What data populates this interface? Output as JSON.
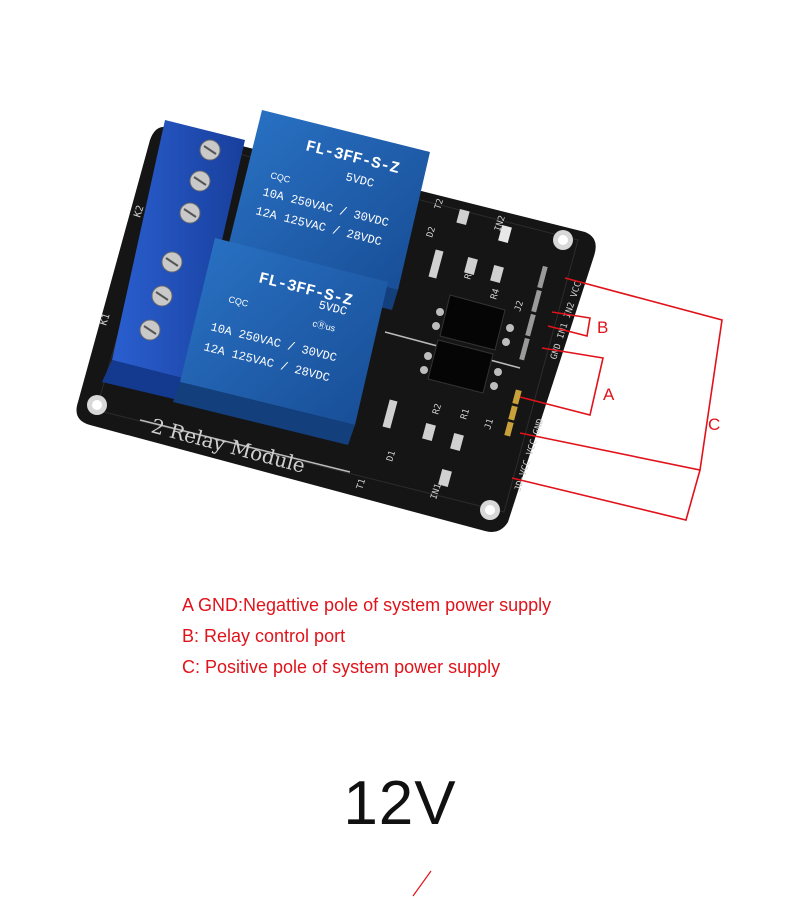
{
  "board": {
    "label": "2 Relay Module",
    "relay": {
      "model": "FL-3FF-S-Z",
      "coil": "5VDC",
      "rating_1": "10A  250VAC / 30VDC",
      "rating_2": "12A  125VAC / 28VDC",
      "cert": "CQC",
      "ul": "cⓇus"
    },
    "silk": {
      "k1": "K1",
      "k2": "K2",
      "d1": "D1",
      "d2": "D2",
      "r1": "R1",
      "r2": "R2",
      "r3": "R3",
      "r4": "R4",
      "in1": "IN1",
      "in2": "IN2",
      "j1": "J1",
      "j2": "J2",
      "t1": "T1",
      "t2": "T2",
      "header_j2": "GND IN1 IN2 VCC",
      "header_j1": "JD-VCC VCC GND"
    }
  },
  "callouts": {
    "a": "A",
    "b": "B",
    "c": "C"
  },
  "legend": {
    "a": "A GND:Negattive pole of system power supply",
    "b": "B: Relay control port",
    "c": "C: Positive pole of system power supply"
  },
  "voltage": "12V",
  "colors": {
    "pcb": "#141414",
    "relay_blue": "#1f5fae",
    "terminal_blue": "#1d4fb8",
    "callout_red": "#e0131b"
  }
}
